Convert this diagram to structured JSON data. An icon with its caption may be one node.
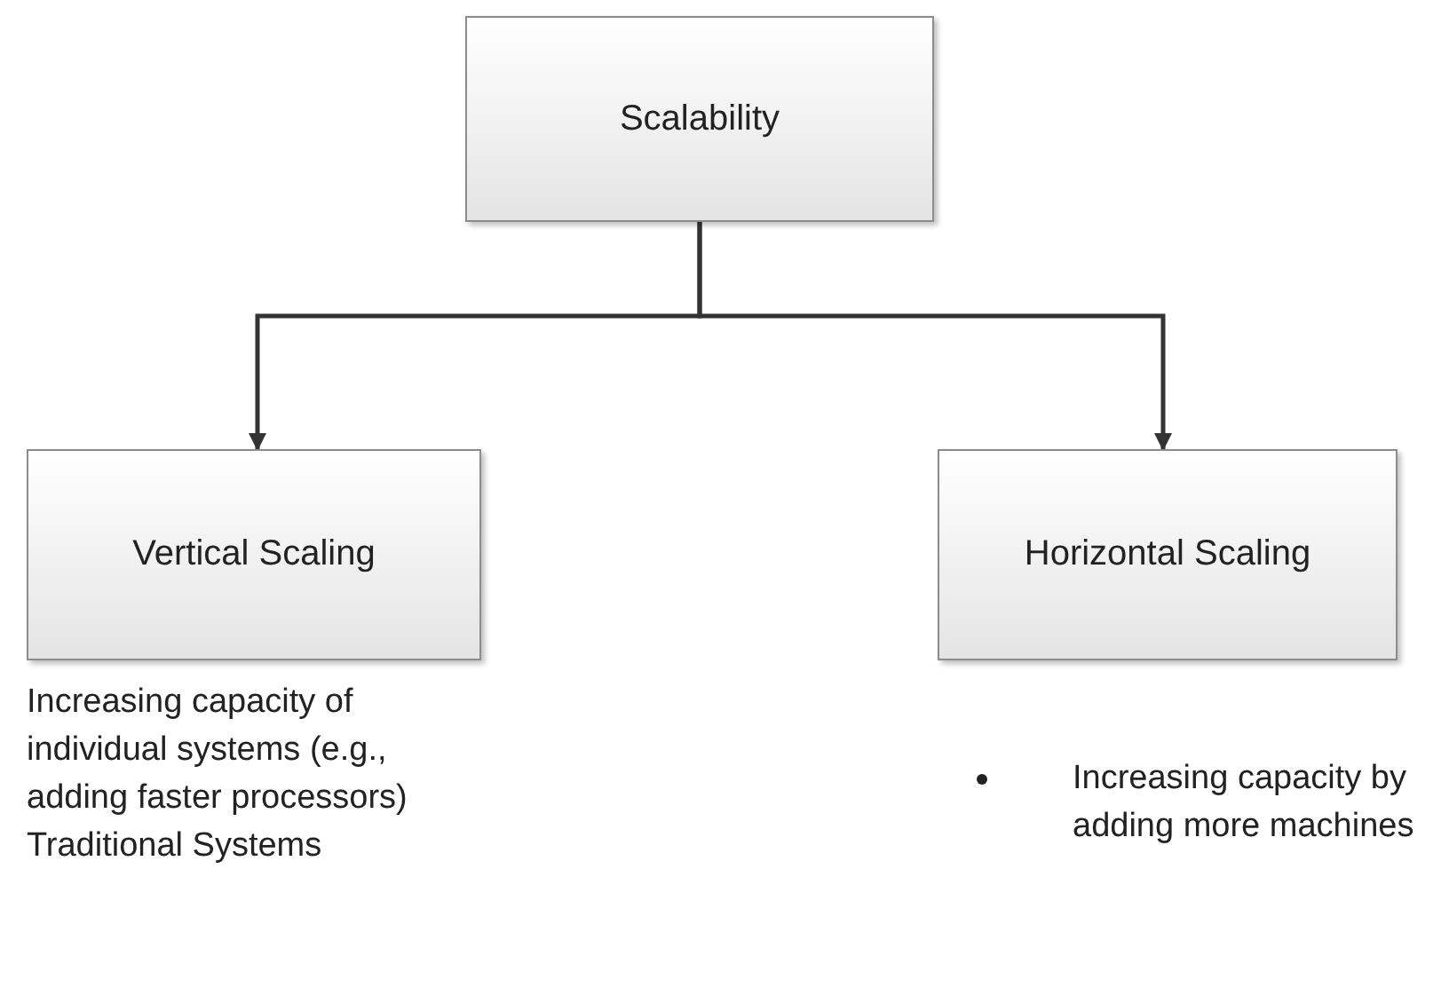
{
  "diagram": {
    "nodes": [
      {
        "text": [
          "Scalability"
        ]
      },
      {
        "text": [
          "Vertical Scaling"
        ],
        "beside": [
          "Increasing capacity of individual systems (e.g., adding faster processors)",
          "Traditional Systems"
        ]
      },
      {
        "text": [
          "Horizontal Scaling"
        ],
        "beside": [
          "Increasing capacity by adding more machines"
        ]
      }
    ],
    "edges": [
      {
        "from": 0,
        "to": 1,
        "arrow": "to"
      },
      {
        "from": 0,
        "to": 2,
        "arrow": "to"
      }
    ]
  }
}
